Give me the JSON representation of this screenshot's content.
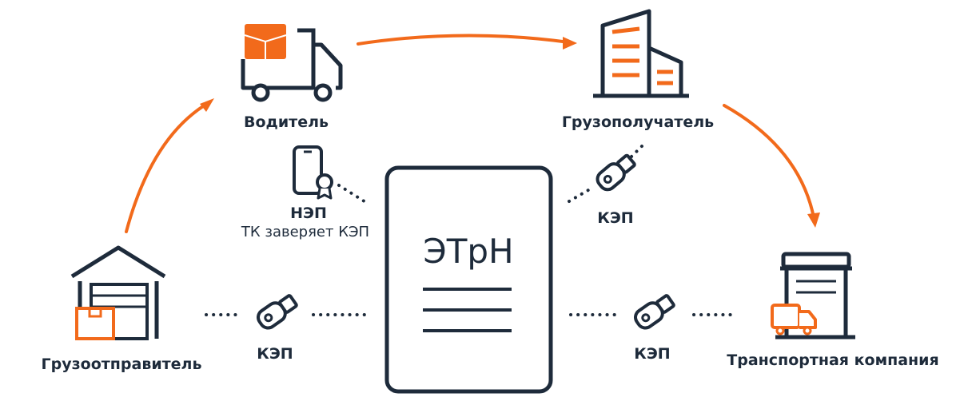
{
  "document_title": "ЭТрН",
  "nodes": {
    "shipper": "Грузоотправитель",
    "driver": "Водитель",
    "consignee": "Грузополучатель",
    "carrier": "Транспортная компания"
  },
  "signatures": {
    "driver_sig_type": "НЭП",
    "driver_sig_note": "ТК заверяет КЭП",
    "consignee_sig": "КЭП",
    "shipper_sig": "КЭП",
    "carrier_sig": "КЭП"
  },
  "colors": {
    "navy": "#1e2b3b",
    "orange": "#f26a1b"
  },
  "icons": [
    "warehouse-icon",
    "delivery-truck-icon",
    "office-building-icon",
    "transport-company-icon",
    "phone-certificate-icon",
    "usb-token-icon",
    "document-icon"
  ]
}
